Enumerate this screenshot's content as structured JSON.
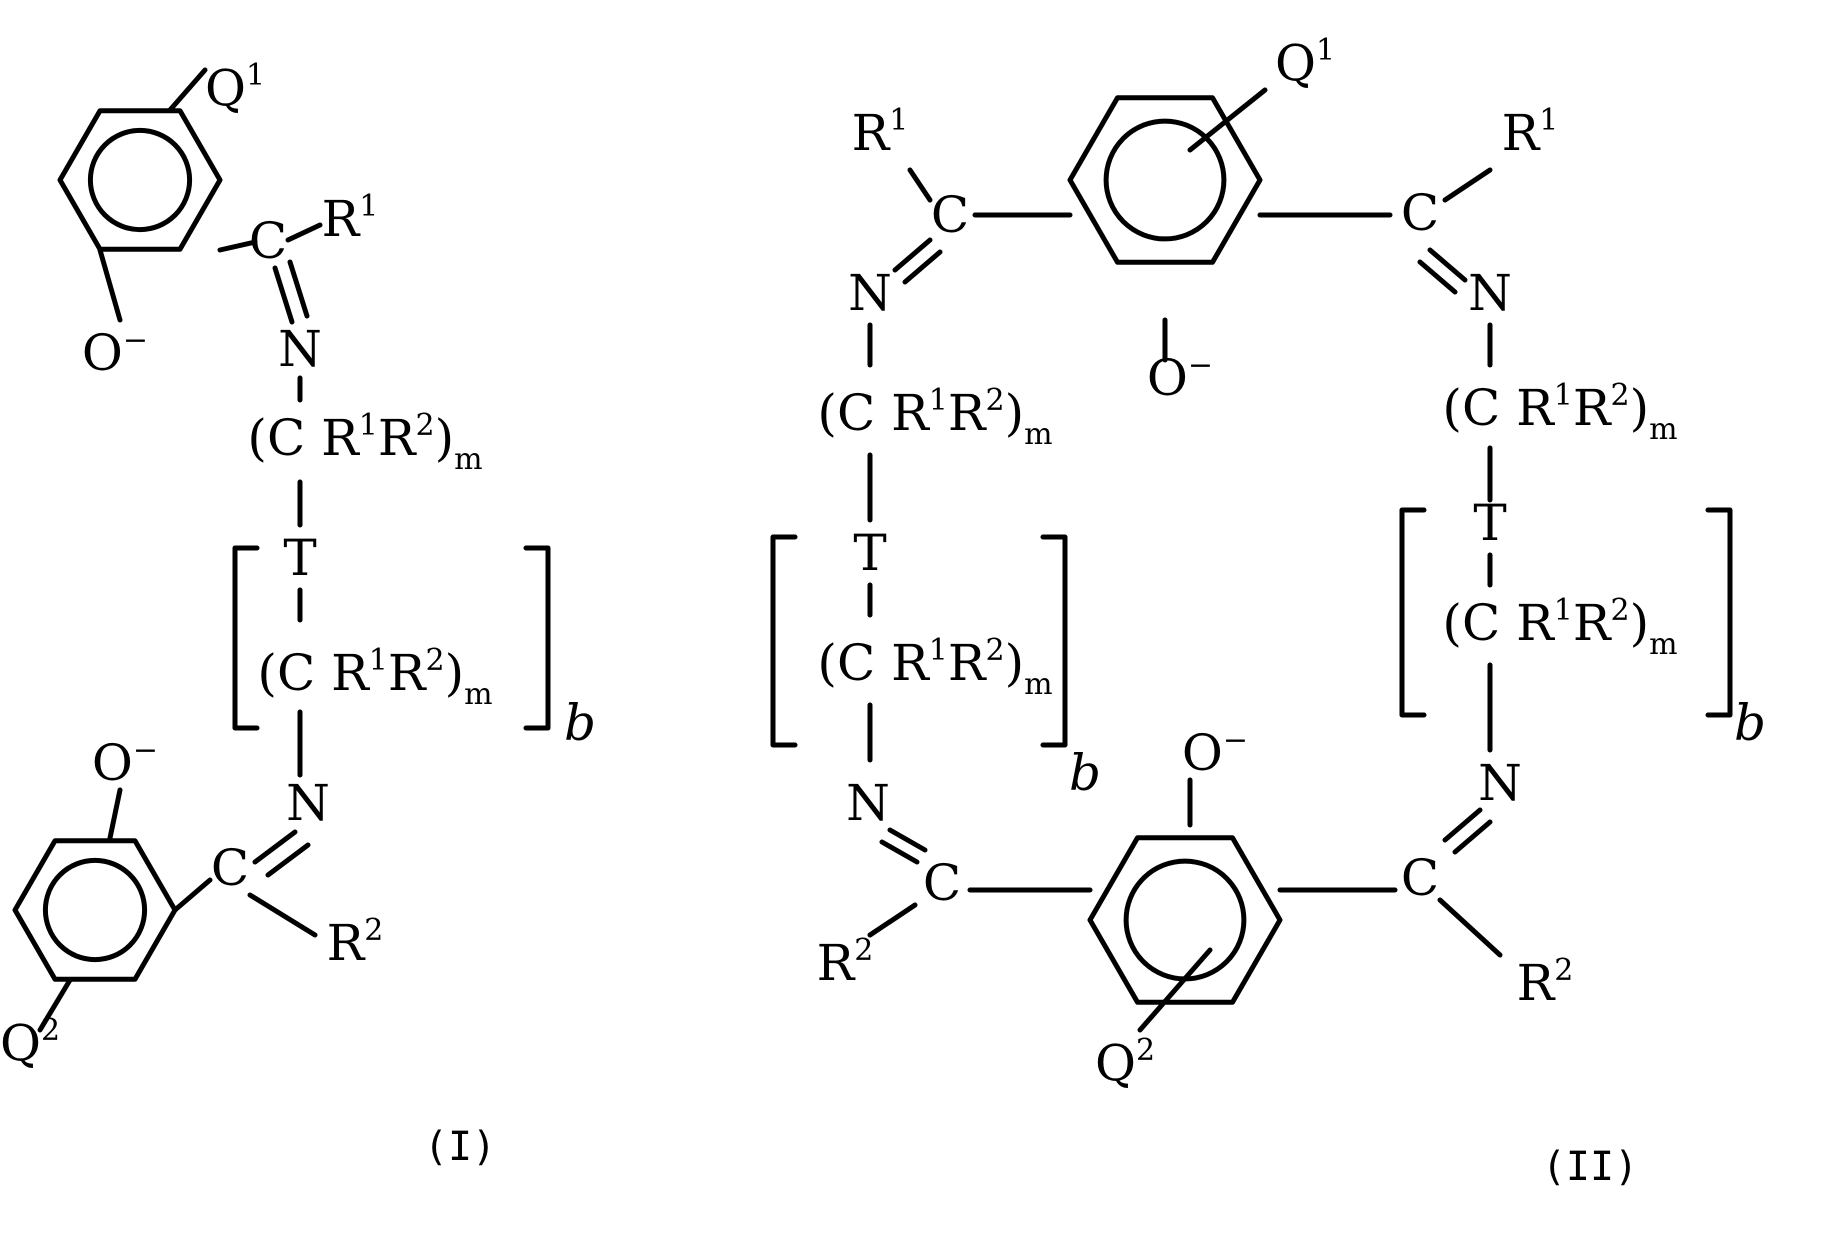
{
  "text": {
    "O": "O",
    "N": "N",
    "C": "C",
    "T": "T",
    "R": "R",
    "Q": "Q",
    "minus": "−",
    "one": "1",
    "two": "2",
    "m": "m",
    "b": "b",
    "open_paren": "(",
    "close_paren": ")"
  },
  "formula_labels": {
    "formula_1": "(I)",
    "formula_2": "(II)"
  }
}
